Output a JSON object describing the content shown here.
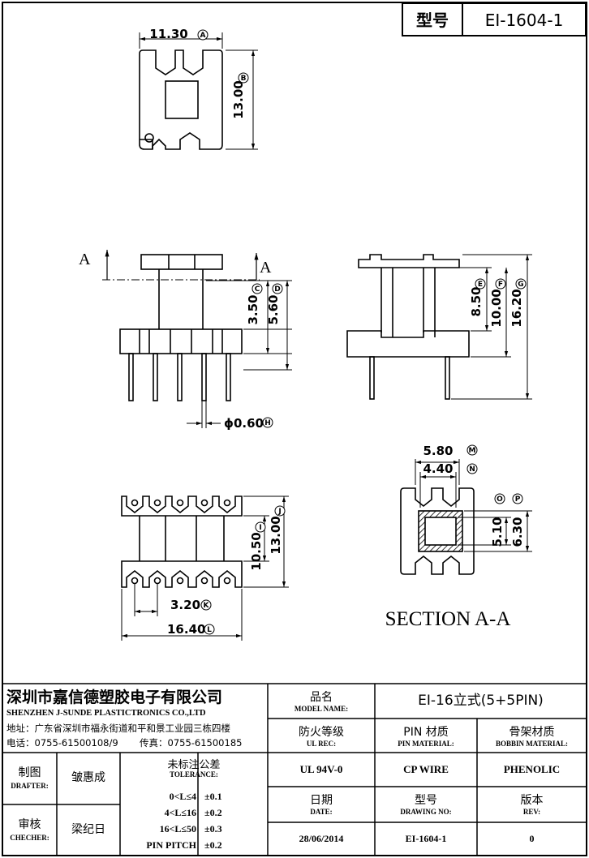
{
  "header": {
    "type_label": "型号",
    "type_value": "EI-1604-1"
  },
  "dimensions": {
    "top_width": "11.30",
    "top_width_tag": "A",
    "top_height": "13.00",
    "top_height_tag": "B",
    "pin_a_label": "A",
    "side_350": "3.50",
    "side_350_tag": "C",
    "side_560": "5.60",
    "side_560_tag": "D",
    "pin_dia": "ϕ0.60",
    "pin_dia_tag": "H",
    "sec_850": "8.50",
    "sec_850_tag": "E",
    "sec_1000": "10.00",
    "sec_1000_tag": "F",
    "sec_1620": "16.20",
    "sec_1620_tag": "G",
    "bot_1050": "10.50",
    "bot_1050_tag": "I",
    "bot_1300": "13.00",
    "bot_1300_tag": "J",
    "bot_320": "3.20",
    "bot_320_tag": "K",
    "bot_1640": "16.40",
    "bot_1640_tag": "L",
    "sec_580": "5.80",
    "sec_580_tag": "M",
    "sec_440": "4.40",
    "sec_440_tag": "N",
    "sec_510": "5.10",
    "sec_510_tag": "O",
    "sec_630": "6.30",
    "sec_630_tag": "P",
    "section_title": "SECTION A-A"
  },
  "title_block": {
    "company_cn": "深圳市嘉信德塑胶电子有限公司",
    "company_en": "SHENZHEN J-SUNDE PLASTICTRONICS CO.,LTD",
    "address": "地址：广东省深圳市福永街道和平和景工业园三栋四楼",
    "phone": "电话：0755-61500108/9",
    "fax": "传真：0755-61500185",
    "model_name_cn": "品名",
    "model_name_en": "MODEL NAME:",
    "model_name_value": "EI-16立式(5+5PIN)",
    "ul_rec_cn": "防火等级",
    "ul_rec_en": "UL REC:",
    "pin_material_cn": "PIN 材质",
    "pin_material_en": "PIN MATERIAL:",
    "bobbin_material_cn": "骨架材质",
    "bobbin_material_en": "BOBBIN MATERIAL:",
    "ul_rec_value": "UL 94V-0",
    "pin_material_value": "CP WIRE",
    "bobbin_material_value": "PHENOLIC",
    "drafter_cn": "制图",
    "drafter_en": "DRAFTER:",
    "drafter_name": "皱惠成",
    "checker_cn": "审核",
    "checker_en": "CHECHER:",
    "checker_name": "梁纪日",
    "tolerance_cn": "未标注公差",
    "tolerance_en": "TOLERANCE:",
    "tolerances": [
      {
        "range": "0<L≤4",
        "value": "±0.1"
      },
      {
        "range": "4<L≤16",
        "value": "±0.2"
      },
      {
        "range": "16<L≤50",
        "value": "±0.3"
      },
      {
        "range": "PIN PITCH",
        "value": "±0.2"
      }
    ],
    "date_cn": "日期",
    "date_en": "DATE:",
    "date_value": "28/06/2014",
    "drawing_no_cn": "型号",
    "drawing_no_en": "DRAWING NO:",
    "drawing_no_value": "EI-1604-1",
    "rev_cn": "版本",
    "rev_en": "REV:",
    "rev_value": "0"
  }
}
